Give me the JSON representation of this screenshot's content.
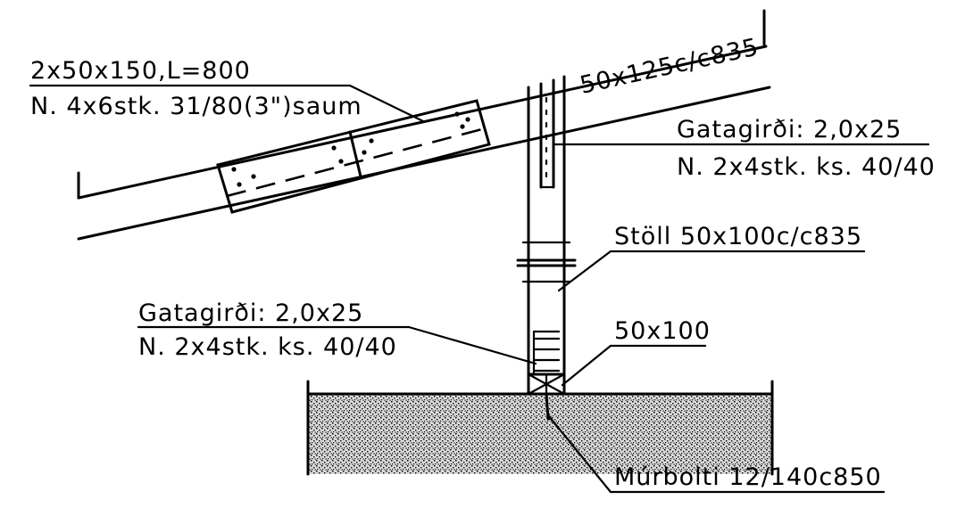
{
  "labels": {
    "splice_size": "2x50x150,L=800",
    "splice_nails": "N. 4x6stk. 31/80(3\")saum",
    "rafter": "50x125c/c835",
    "strap_top_title": "Gatagirði: 2,0x25",
    "strap_top_nails": "N. 2x4stk. ks. 40/40",
    "post": "Stöll 50x100c/c835",
    "strap_bottom_title": "Gatagirði: 2,0x25",
    "strap_bottom_nails": "N. 2x4stk. ks. 40/40",
    "sill": "50x100",
    "anchor_bolt": "Múrbolti 12/140c850"
  },
  "colors": {
    "ink": "#000000",
    "paper": "#ffffff"
  }
}
